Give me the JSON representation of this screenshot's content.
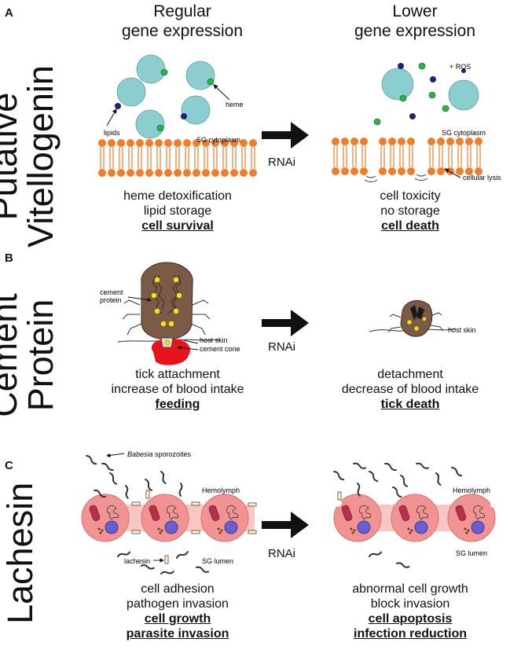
{
  "panels": {
    "a": {
      "letter": "A",
      "side_title": [
        "Putative",
        "Vitellogenin"
      ],
      "left_header": [
        "Regular",
        "gene expression"
      ],
      "right_header": [
        "Lower",
        "gene expression"
      ],
      "labels": {
        "lipids": "lipids",
        "heme": "heme",
        "sg_cytoplasm_left": "SG cytoplasm",
        "sg_cytoplasm_right": "SG cytoplasm",
        "ros": "+ ROS",
        "cellular_lysis": "cellular lysis"
      },
      "arrow_label": "RNAi",
      "left_caption": [
        "heme detoxification",
        "lipid storage"
      ],
      "left_outcome": "cell survival",
      "right_caption": [
        "cell toxicity",
        "no storage"
      ],
      "right_outcome": "cell death"
    },
    "b": {
      "letter": "B",
      "side_title": [
        "Cement",
        "Protein"
      ],
      "labels": {
        "cement_protein": [
          "cement",
          "protein"
        ],
        "host_skin_left": "host skin",
        "cement_cone": "cement cone",
        "host_skin_right": "host skin"
      },
      "arrow_label": "RNAi",
      "left_caption": [
        "tick attachment",
        "increase of blood intake"
      ],
      "left_outcome": "feeding",
      "right_caption": [
        "detachment",
        "decrease of blood intake"
      ],
      "right_outcome": "tick death"
    },
    "c": {
      "letter": "C",
      "side_title": [
        "Lachesin"
      ],
      "labels": {
        "babesia_italic": "Babesia",
        "babesia_rest": " sporozoites",
        "hemolymph_left": "Hemolymph",
        "hemolymph_right": "Hemolymph",
        "lachesin": "lachesin",
        "sg_lumen_left": "SG lumen",
        "sg_lumen_right": "SG lumen"
      },
      "arrow_label": "RNAi",
      "left_caption": [
        "cell adhesion",
        "pathogen invasion"
      ],
      "left_outcome": [
        "cell growth",
        "parasite invasion"
      ],
      "right_caption": [
        "abnormal cell growth",
        "block invasion"
      ],
      "right_outcome": [
        "cell apoptosis",
        "infection reduction"
      ]
    }
  },
  "colors": {
    "membrane": "#f07d2a",
    "vesicle": "#8ccdcf",
    "heme": "#2db34a",
    "lipid": "#1a237e",
    "tick_body": "#7b5a48",
    "cement_cone": "#e8141b",
    "cell": "#f19393",
    "nucleus": "#6a5fd0",
    "mito": "#b5304b"
  }
}
